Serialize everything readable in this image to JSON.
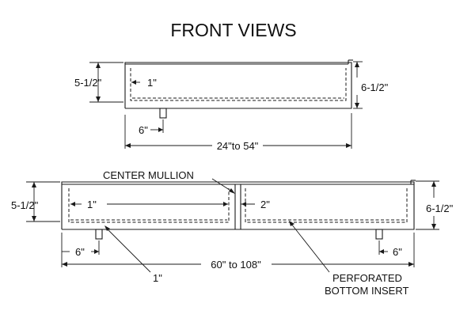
{
  "title": "FRONT VIEWS",
  "top_view": {
    "height_left": "5-1/2\"",
    "inner_offset": "1\"",
    "height_right": "6-1/2\"",
    "leg_offset": "6\"",
    "width_range": "24\"to 54\""
  },
  "bottom_view": {
    "mullion_callout": "CENTER MULLION",
    "height_left": "5-1/2\"",
    "inner_offset_left": "1\"",
    "mullion_gap": "2\"",
    "height_right": "6-1/2\"",
    "leg_offset_left": "6\"",
    "leg_offset_right": "6\"",
    "width_range": "60\" to 108\"",
    "wall_callout": "1\"",
    "insert_callout_line1": "PERFORATED",
    "insert_callout_line2": "BOTTOM INSERT"
  }
}
